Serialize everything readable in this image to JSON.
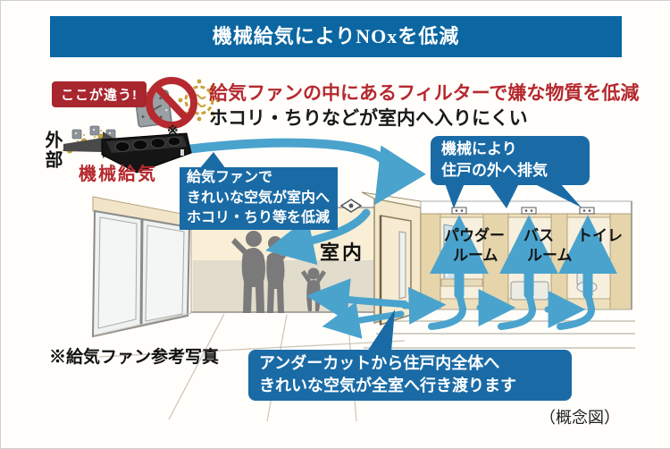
{
  "title": "機械給気によりNOxを低減",
  "badge_label": "ここが違う!",
  "headline": {
    "line1": "給気ファンの中にあるフィルターで嫌な物質を低減",
    "line2": "ホコリ・ちりなどが室内へ入りにくい"
  },
  "exterior_label": "外部",
  "supply_label": "機械給気",
  "fan_ref_mark": "※",
  "bubble_supply": {
    "line1": "給気ファンで",
    "line2": "きれいな空気が室内へ",
    "line3": "ホコリ・ちり等を低減"
  },
  "bubble_exhaust": {
    "line1": "機械により",
    "line2": "住戸の外へ排気"
  },
  "bubble_undercut": {
    "line1": "アンダーカットから住戸内全体へ",
    "line2": "きれいな空気が全室へ行き渡ります"
  },
  "interior_label": "室内",
  "room_labels": {
    "powder_line1": "パウダー",
    "powder_line2": "ルーム",
    "bath_line1": "バス",
    "bath_line2": "ルーム",
    "toilet": "トイレ"
  },
  "footer": {
    "photo_note": "※給気ファン参考写真",
    "diagram_note": "（概念図）"
  },
  "icons": {
    "filter_icon": "dust-filter-square",
    "prohibition_icon": "no-entry-circle",
    "nox_particle_icon": "gold-nox-particle",
    "supply_fan_photo": "ceiling-supply-fan-unit",
    "ceiling_vent_icon": "supply-air-vent",
    "exhaust_vent_icon": "exhaust-grille"
  },
  "colors": {
    "title_bg": "#0b66a2",
    "bubble_bg": "#1a6ba5",
    "arrow_blue": "#4aa3cd",
    "badge_bg": "#a8262e",
    "accent_red": "#b5292f",
    "wall_beige": "#f7ecd2",
    "pillar_beige": "#e6d4ab"
  }
}
